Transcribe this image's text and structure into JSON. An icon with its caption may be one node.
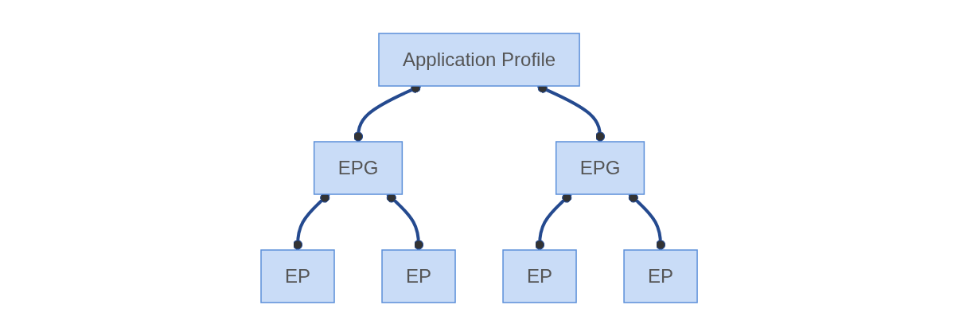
{
  "diagram": {
    "nodes": [
      {
        "text": [
          "Application Profile"
        ]
      },
      {
        "text": [
          "EPG"
        ]
      },
      {
        "text": [
          "EPG"
        ]
      },
      {
        "text": [
          "EP"
        ]
      },
      {
        "text": [
          "EP"
        ]
      },
      {
        "text": [
          "EP"
        ]
      },
      {
        "text": [
          "EP"
        ]
      }
    ],
    "edges": [
      {
        "from": 0,
        "to": 1,
        "arrow": "other"
      },
      {
        "from": 0,
        "to": 2,
        "arrow": "other"
      },
      {
        "from": 1,
        "to": 3,
        "arrow": "other"
      },
      {
        "from": 1,
        "to": 4,
        "arrow": "other"
      },
      {
        "from": 2,
        "to": 5,
        "arrow": "other"
      },
      {
        "from": 2,
        "to": 6,
        "arrow": "other"
      }
    ]
  }
}
